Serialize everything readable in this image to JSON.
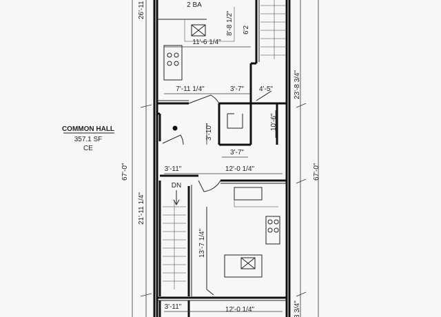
{
  "rooms": {
    "upper_bath": "2 BA",
    "common_hall_title": "COMMON HALL",
    "common_hall_area": "357.1 SF",
    "common_hall_code": "CE",
    "stair_dn": "DN"
  },
  "dims": {
    "d_26_11": "26'-11",
    "d_8_8_half": "8'-8 1/2\"",
    "d_6_2": "6'2",
    "d_11_6_q": "11'-6 1/4\"",
    "d_23_8_3q": "23'-8 3/4\"",
    "d_7_11_q": "7'-11 1/4\"",
    "d_3_7_a": "3'-7\"",
    "d_4_5": "4'-5\"",
    "d_3_10": "3'-10\"",
    "d_10_6": "10'-6\"",
    "d_3_7_b": "3'-7\"",
    "d_67_left": "67'-0\"",
    "d_67_right": "67'-0\"",
    "d_3_11_a": "3'-11\"",
    "d_12_0_q_a": "12'-0 1/4\"",
    "d_21_11_q": "21'-11 1/4\"",
    "d_13_7_q": "13'-7 1/4\"",
    "d_3_11_b": "3'-11\"",
    "d_12_0_q_b": "12'-0 1/4\"",
    "d_bottom_right": "3 3/4\""
  }
}
